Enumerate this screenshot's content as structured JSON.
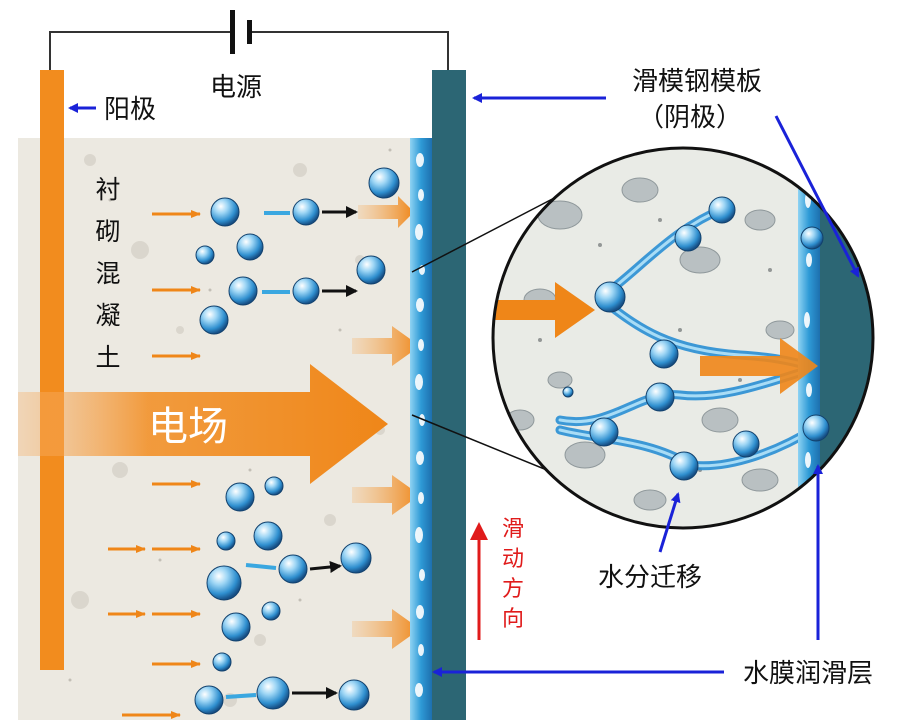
{
  "labels": {
    "power_source": "电源",
    "anode": "阳极",
    "cathode_line1": "滑模钢模板",
    "cathode_line2": "（阴极）",
    "concrete": [
      "衬",
      "砌",
      "混",
      "凝",
      "土"
    ],
    "electric_field": "电场",
    "sliding_direction": [
      "滑",
      "动",
      "方",
      "向"
    ],
    "water_migration": "水分迁移",
    "water_film": "水膜润滑层"
  },
  "colors": {
    "anode": "#f28c1e",
    "cathode": "#2c6674",
    "concrete_bg": "#ece9e1",
    "water": "#3aa7e0",
    "pointer_arrow": "#1a22d8",
    "sliding_arrow": "#e01b1b",
    "field_arrow": "#f0891c",
    "circuit_wire": "#333333"
  },
  "icons": {
    "water_molecule": "water-molecule-icon",
    "migration_arrow": "arrow-right-icon",
    "battery": "battery-icon"
  }
}
